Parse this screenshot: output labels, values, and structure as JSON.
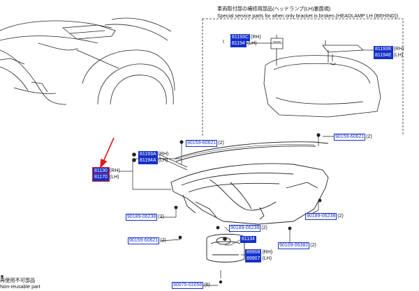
{
  "special_service": {
    "title_jp": "車両取付部の補修用部品(ヘッドランプ(LH)裏面視)",
    "title_en": "Special service parts for when only bracket is broken.(HEADLAMP LH (BEHIND))"
  },
  "callouts": {
    "c81193c": {
      "part": "81193C",
      "qty": "(RH)"
    },
    "c81194": {
      "part": "81194",
      "qty": "(LH)"
    },
    "c81193e": {
      "part": "81193E",
      "qty": "(RH)"
    },
    "c81194e": {
      "part": "81194E",
      "qty": "(LH)"
    },
    "c81193a": {
      "part": "81193A",
      "qty": "(RH)"
    },
    "c81194a": {
      "part": "81194A",
      "qty": "(LH)"
    },
    "c81130": {
      "part": "81130",
      "qty": "(RH)"
    },
    "c81170": {
      "part": "81170",
      "qty": "(LH)"
    },
    "c90159a": {
      "part": "90159-60621",
      "qty": "(2)"
    },
    "c90159b": {
      "part": "90159-60621",
      "qty": "(2)"
    },
    "c90159c": {
      "part": "90159-60621",
      "qty": "(2)"
    },
    "c90189a": {
      "part": "90189-06238",
      "qty": "(2)"
    },
    "c90189b": {
      "part": "90189-06238",
      "qty": "(2)"
    },
    "c90189c": {
      "part": "90189-06238",
      "qty": "(2)"
    },
    "c81134": {
      "part": "81134",
      "qty": ""
    },
    "c90109": {
      "part": "90109-06382",
      "qty": "(2)"
    },
    "c89908": {
      "part": "89908",
      "qty": "(RH)"
    },
    "c89907": {
      "part": "89907",
      "qty": "(LH)"
    },
    "c90075": {
      "part": "90075-02056",
      "qty": "(6)"
    }
  },
  "legend": {
    "jp": "再使用不可部品",
    "en": "Non-reusable part"
  },
  "colors": {
    "part_fill": "#1530c8",
    "highlight": "#e01818",
    "line": "#222222"
  }
}
